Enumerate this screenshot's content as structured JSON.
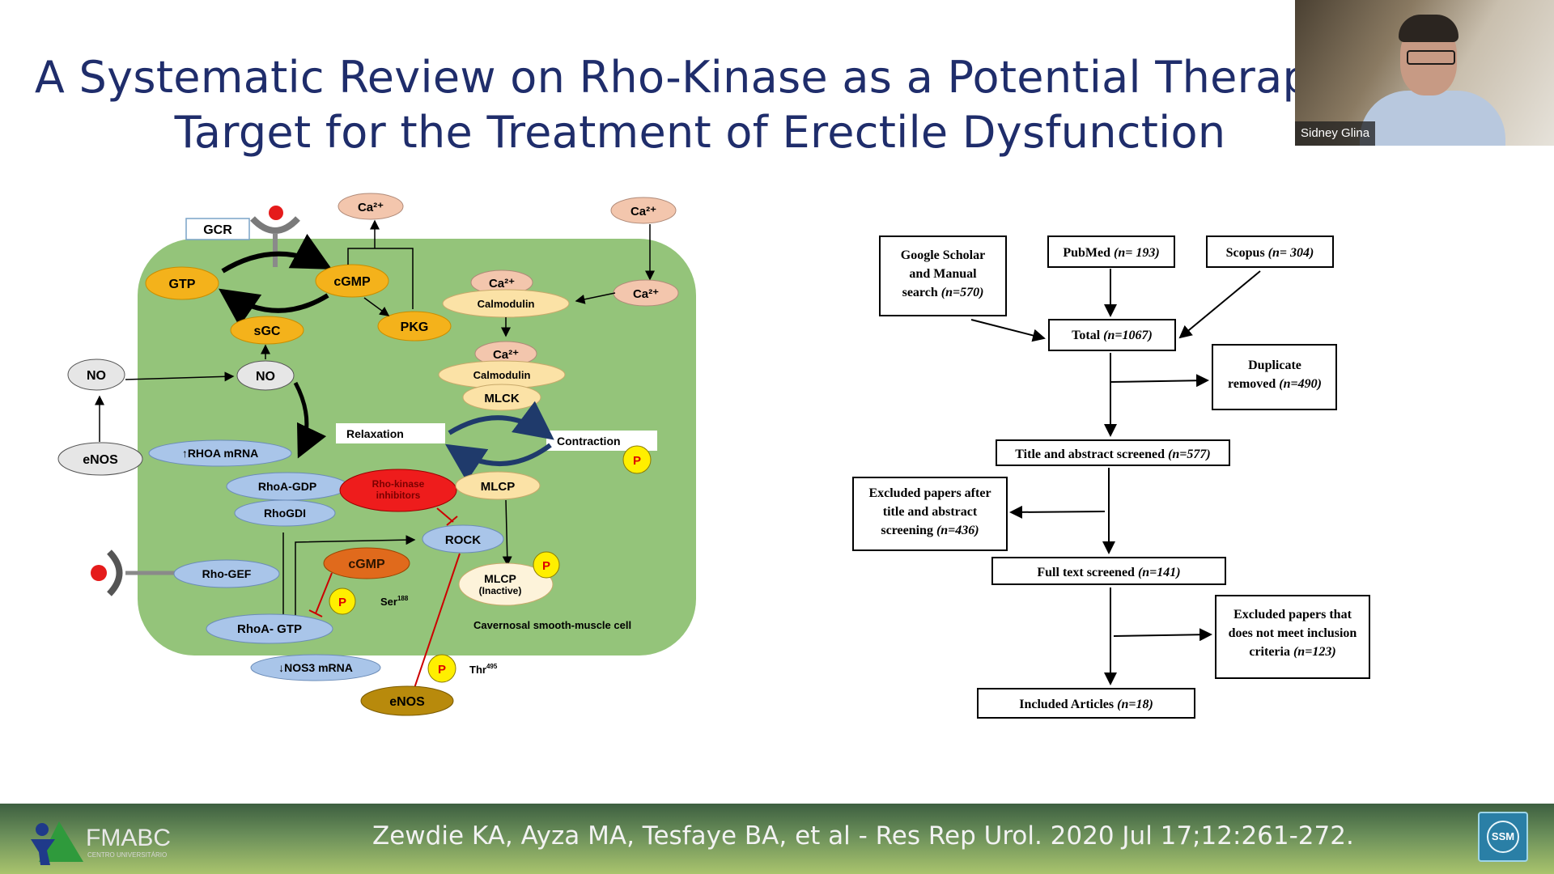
{
  "slide": {
    "title_line1": "A Systematic Review on Rho-Kinase as a Potential Therapeu",
    "title_line2": "Target for the Treatment of Erectile Dysfunction",
    "citation": "Zewdie KA, Ayza MA, Tesfaye BA, et al  - Res Rep Urol. 2020 Jul 17;12:261-272."
  },
  "video": {
    "participant_name": "Sidney Glina"
  },
  "logo": {
    "name": "FMABC",
    "subtitle": "CENTRO UNIVERSITÁRIO"
  },
  "badge": {
    "text": "SSM",
    "color": "#2a7fa6"
  },
  "pathway": {
    "colors": {
      "cell": "#94c47a",
      "orange": "#f4b21b",
      "peach": "#f3c6ad",
      "cream": "#fbe2a6",
      "blue": "#a9c5e9",
      "grey": "#e6e6e6",
      "red": "#ee1c1c",
      "yellow": "#ffef00",
      "olive": "#b88a0c"
    },
    "gcr": "GCR",
    "gtp": "GTP",
    "cgmp": "cGMP",
    "sgc": "sGC",
    "pkg": "PKG",
    "ca_top": "Ca²⁺",
    "ca_right": "Ca²⁺",
    "ca_right2": "Ca²⁺",
    "ca_calm1": "Ca²⁺",
    "calmodulin1": "Calmodulin",
    "ca_calm2": "Ca²⁺",
    "calmodulin2": "Calmodulin",
    "mlck": "MLCK",
    "no_outer": "NO",
    "no_inner": "NO",
    "enos_left": "eNOS",
    "rhoa_mrna": "↑RHOA mRNA",
    "relaxation": "Relaxation",
    "contraction": "Contraction",
    "p": "P",
    "rhoa_gdp": "RhoA-GDP",
    "rhogdi": "RhoGDI",
    "inhibitors_line1": "Rho-kinase",
    "inhibitors_line2": "inhibitors",
    "mlcp": "MLCP",
    "rock": "ROCK",
    "rho_gef": "Rho-GEF",
    "cgmp2": "cGMP",
    "ser": "Ser",
    "ser_sup": "188",
    "mlcp_inactive1": "MLCP",
    "mlcp_inactive2": "(Inactive)",
    "cell_label": "Cavernosal smooth-muscle cell",
    "rhoa_gtp": "RhoA- GTP",
    "nos3_mrna": "↓NOS3 mRNA",
    "thr": "Thr",
    "thr_sup": "495",
    "enos_bottom": "eNOS"
  },
  "flowchart": {
    "google_1": "Google Scholar",
    "google_2": "and Manual",
    "google_3": "search",
    "google_n": "(n=570)",
    "pubmed": "PubMed",
    "pubmed_n": "(n= 193)",
    "scopus": "Scopus",
    "scopus_n": "(n= 304)",
    "total": "Total",
    "total_n": "(n=1067)",
    "dup_1": "Duplicate",
    "dup_2": "removed",
    "dup_n": "(n=490)",
    "title_screen": "Title and abstract screened",
    "title_screen_n": "(n=577)",
    "excl1_1": "Excluded papers after",
    "excl1_2": "title and abstract",
    "excl1_3": "screening",
    "excl1_n": "(n=436)",
    "full_text": "Full text screened",
    "full_text_n": "(n=141)",
    "excl2_1": "Excluded papers that",
    "excl2_2": "does not meet inclusion",
    "excl2_3": "criteria",
    "excl2_n": "(n=123)",
    "included": "Included Articles",
    "included_n": "(n=18)"
  }
}
